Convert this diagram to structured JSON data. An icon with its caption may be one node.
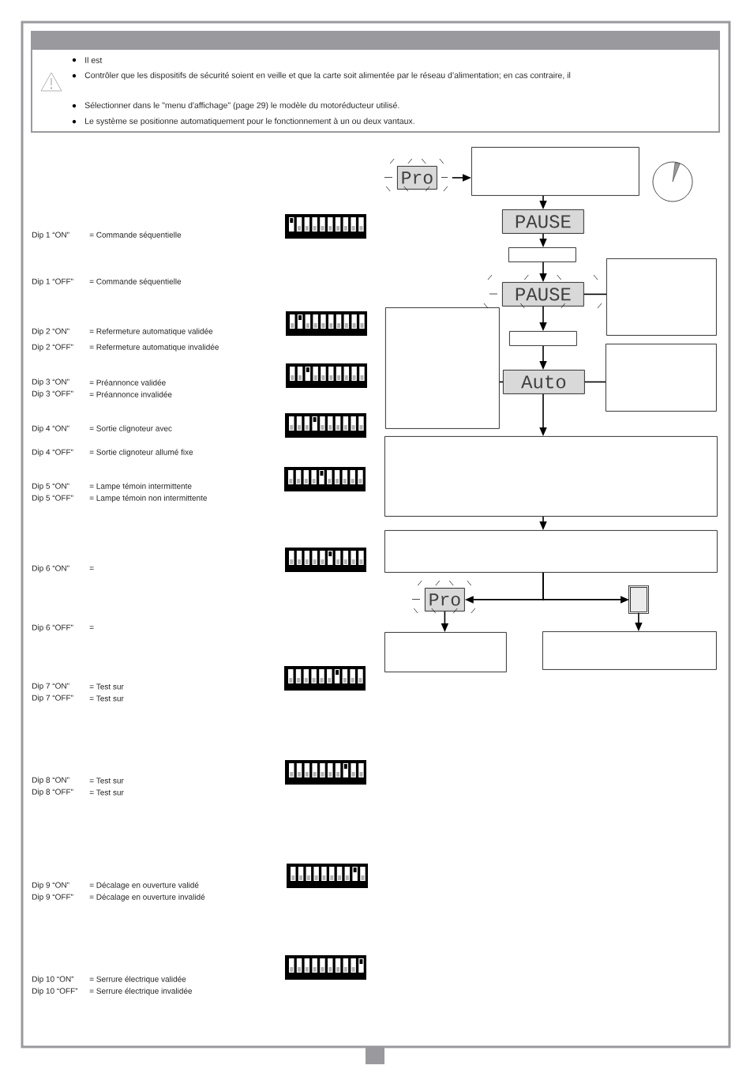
{
  "diagram": {
    "nodes": [
      {
        "text": [
          "Pro"
        ]
      },
      {
        "text": [],
        "shape": "box"
      },
      {
        "text": [
          "PAUSE"
        ]
      },
      {
        "text": [],
        "shape": "box"
      },
      {
        "text": [
          "PAUSE"
        ]
      },
      {
        "text": [],
        "shape": "box"
      },
      {
        "text": [],
        "shape": "box"
      },
      {
        "text": [],
        "shape": "box"
      },
      {
        "text": [
          "Auto"
        ]
      },
      {
        "text": [],
        "shape": "box"
      },
      {
        "text": [],
        "shape": "box"
      },
      {
        "text": [],
        "shape": "box"
      },
      {
        "text": [
          "Pro"
        ]
      },
      {
        "text": [],
        "shape": "box"
      },
      {
        "text": [],
        "shape": "box"
      },
      {
        "text": [],
        "shape": "box"
      }
    ],
    "edges": [
      {
        "from": 0,
        "to": 1,
        "arrow": "to"
      },
      {
        "from": 1,
        "to": 2,
        "arrow": "to"
      },
      {
        "from": 2,
        "to": 3,
        "arrow": "to"
      },
      {
        "from": 3,
        "to": 4,
        "arrow": "to"
      },
      {
        "from": 4,
        "to": 5,
        "arrow": "none"
      },
      {
        "from": 4,
        "to": 7,
        "arrow": "to"
      },
      {
        "from": 7,
        "to": 8,
        "arrow": "to"
      },
      {
        "from": 6,
        "to": 8,
        "arrow": "none"
      },
      {
        "from": 8,
        "to": 9,
        "arrow": "none"
      },
      {
        "from": 8,
        "to": 10,
        "arrow": "to"
      },
      {
        "from": 10,
        "to": 11,
        "arrow": "to"
      },
      {
        "from": 11,
        "to": 12,
        "arrow": "to"
      },
      {
        "from": 11,
        "to": 13,
        "arrow": "to"
      },
      {
        "from": 12,
        "to": 14,
        "arrow": "to"
      },
      {
        "from": 13,
        "to": 15,
        "arrow": "to"
      }
    ],
    "labels": [
      "Il est",
      "Contrôler que les dispositifs de sécurité soient en veille et que la carte soit alimentée par le réseau d’alimentation; en cas contraire, il",
      "Sélectionner dans le  \"menu d'affichage\" (page 29) le modèle du motoréducteur utilisé.",
      "Le système se positionne automatiquement pour le fonctionnement à un ou deux vantaux.",
      "Dip 1 “ON”",
      "= Commande séquentielle",
      "Dip 1 “OFF”",
      "= Commande séquentielle",
      "Dip 2 “ON”",
      "= Refermeture automatique validée",
      "Dip 2 “OFF”",
      "= Refermeture automatique invalidée",
      "Dip 3 “ON”",
      "= Préannonce validée",
      "Dip 3 “OFF”",
      "= Préannonce invalidée",
      "Dip 4 “ON”",
      "= Sortie clignoteur avec",
      "Dip 4 “OFF”",
      "= Sortie clignoteur allumé fixe",
      "Dip 5 “ON”",
      "= Lampe témoin intermittente",
      "Dip 5 “OFF”",
      "= Lampe témoin non intermittente",
      "Dip 6 “ON”",
      "=",
      "Dip 6 “OFF”",
      "=",
      "Dip 7 “ON”",
      "= Test sur",
      "Dip 7 “OFF”",
      "= Test sur",
      "Dip 8 “ON”",
      "= Test sur",
      "Dip 8 “OFF”",
      "= Test sur",
      "Dip 9 “ON”",
      "= Décalage en ouverture validé",
      "Dip 9 “OFF”",
      "= Décalage en ouverture invalidé",
      "Dip 10 “ON”",
      "= Serrure électrique validée",
      "Dip 10 “OFF”",
      "= Serrure électrique invalidée"
    ]
  }
}
